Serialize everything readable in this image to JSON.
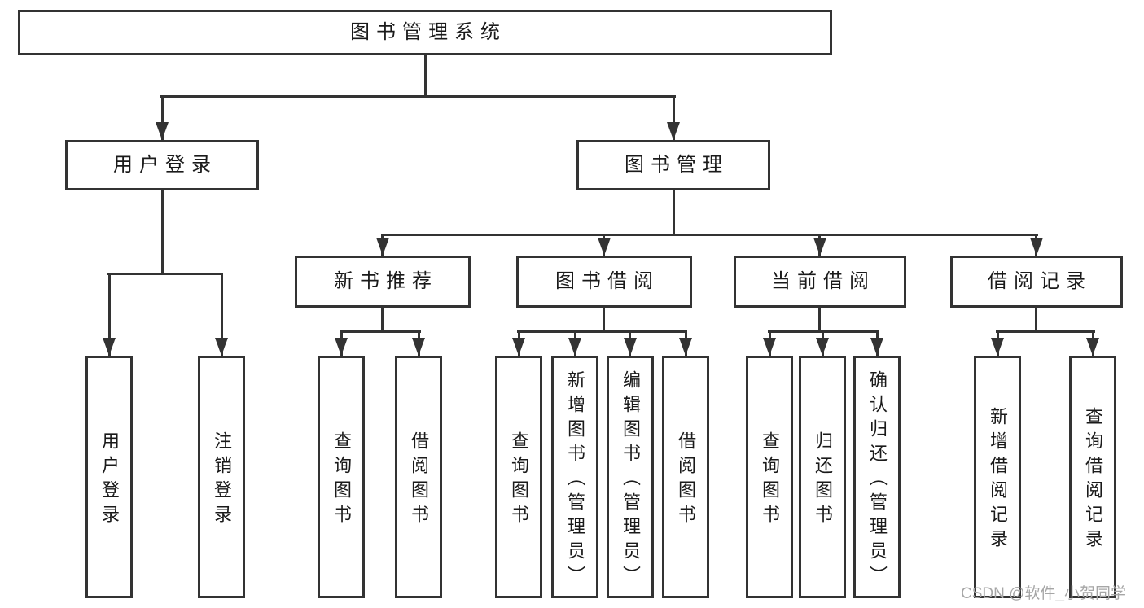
{
  "diagram": {
    "root": {
      "label": "图书管理系统"
    },
    "level2": [
      {
        "label": "用户登录"
      },
      {
        "label": "图书管理"
      }
    ],
    "level3": [
      {
        "label": "新书推荐"
      },
      {
        "label": "图书借阅"
      },
      {
        "label": "当前借阅"
      },
      {
        "label": "借阅记录"
      }
    ],
    "leaves": [
      {
        "label": "用户登录"
      },
      {
        "label": "注销登录"
      },
      {
        "label": "查询图书"
      },
      {
        "label": "借阅图书"
      },
      {
        "label": "查询图书"
      },
      {
        "label": "新增图书（管理员）"
      },
      {
        "label": "编辑图书（管理员）"
      },
      {
        "label": "借阅图书"
      },
      {
        "label": "查询图书"
      },
      {
        "label": "归还图书"
      },
      {
        "label": "确认归还（管理员）"
      },
      {
        "label": "新增借阅记录"
      },
      {
        "label": "查询借阅记录"
      }
    ]
  },
  "watermark": {
    "text": "CSDN @软件_小贺同学"
  },
  "colors": {
    "line": "#333333",
    "text": "#1a1a1a",
    "watermark": "#a6a6a6",
    "background": "#ffffff"
  }
}
